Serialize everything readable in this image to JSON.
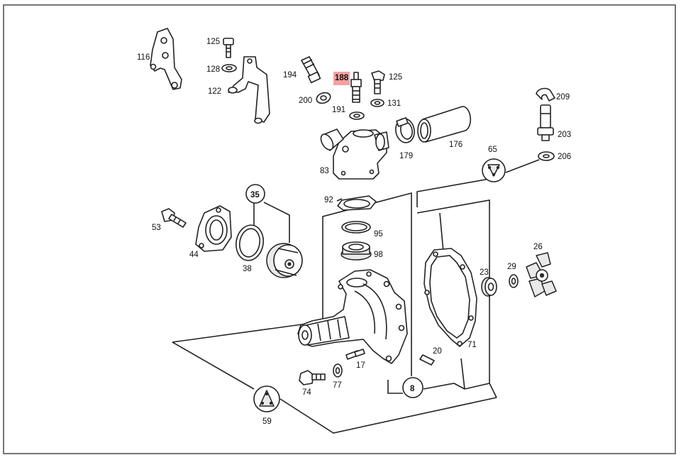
{
  "colors": {
    "highlight": "#f08a8a",
    "line": "#222222",
    "background": "#ffffff"
  },
  "labels": {
    "p116": "116",
    "p125a": "125",
    "p128": "128",
    "p122": "122",
    "p194": "194",
    "p188": "188",
    "p125b": "125",
    "p200": "200",
    "p191": "191",
    "p131": "131",
    "p209": "209",
    "p203": "203",
    "p206": "206",
    "p179": "179",
    "p176": "176",
    "p83": "83",
    "p65": "65",
    "p92": "92",
    "p95": "95",
    "p98": "98",
    "p35": "35",
    "p53": "53",
    "p44": "44",
    "p38": "38",
    "p26": "26",
    "p23": "23",
    "p29": "29",
    "p71": "71",
    "p20": "20",
    "p17": "17",
    "p8": "8",
    "p74": "74",
    "p77": "77",
    "p59": "59"
  },
  "highlighted_part": "188"
}
